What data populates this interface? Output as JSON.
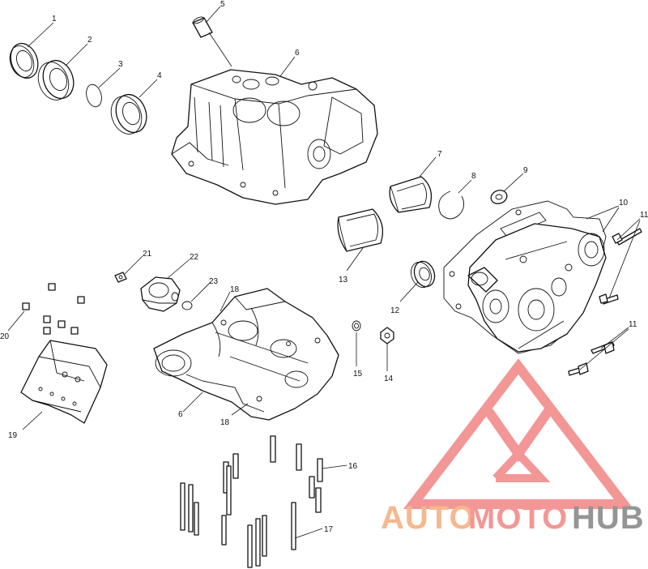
{
  "diagram": {
    "callouts": [
      {
        "id": "c1",
        "label": "1"
      },
      {
        "id": "c2",
        "label": "2"
      },
      {
        "id": "c3",
        "label": "3"
      },
      {
        "id": "c4",
        "label": "4"
      },
      {
        "id": "c5",
        "label": "5"
      },
      {
        "id": "c6a",
        "label": "6"
      },
      {
        "id": "c6b",
        "label": "6"
      },
      {
        "id": "c7",
        "label": "7"
      },
      {
        "id": "c8",
        "label": "8"
      },
      {
        "id": "c9",
        "label": "9"
      },
      {
        "id": "c10",
        "label": "10"
      },
      {
        "id": "c11a",
        "label": "11"
      },
      {
        "id": "c11b",
        "label": "11"
      },
      {
        "id": "c12",
        "label": "12"
      },
      {
        "id": "c13",
        "label": "13"
      },
      {
        "id": "c14",
        "label": "14"
      },
      {
        "id": "c15",
        "label": "15"
      },
      {
        "id": "c16",
        "label": "16"
      },
      {
        "id": "c17",
        "label": "17"
      },
      {
        "id": "c18a",
        "label": "18"
      },
      {
        "id": "c18b",
        "label": "18"
      },
      {
        "id": "c19",
        "label": "19"
      },
      {
        "id": "c20",
        "label": "20"
      },
      {
        "id": "c21",
        "label": "21"
      },
      {
        "id": "c22",
        "label": "22"
      },
      {
        "id": "c23",
        "label": "23"
      }
    ]
  },
  "watermark": {
    "part1": "AUTO",
    "part2": "MOTO",
    "part3": "HUB",
    "colors": {
      "accent": "#f4b183",
      "red": "#f28b8b",
      "gray": "#8a8a8a"
    }
  }
}
